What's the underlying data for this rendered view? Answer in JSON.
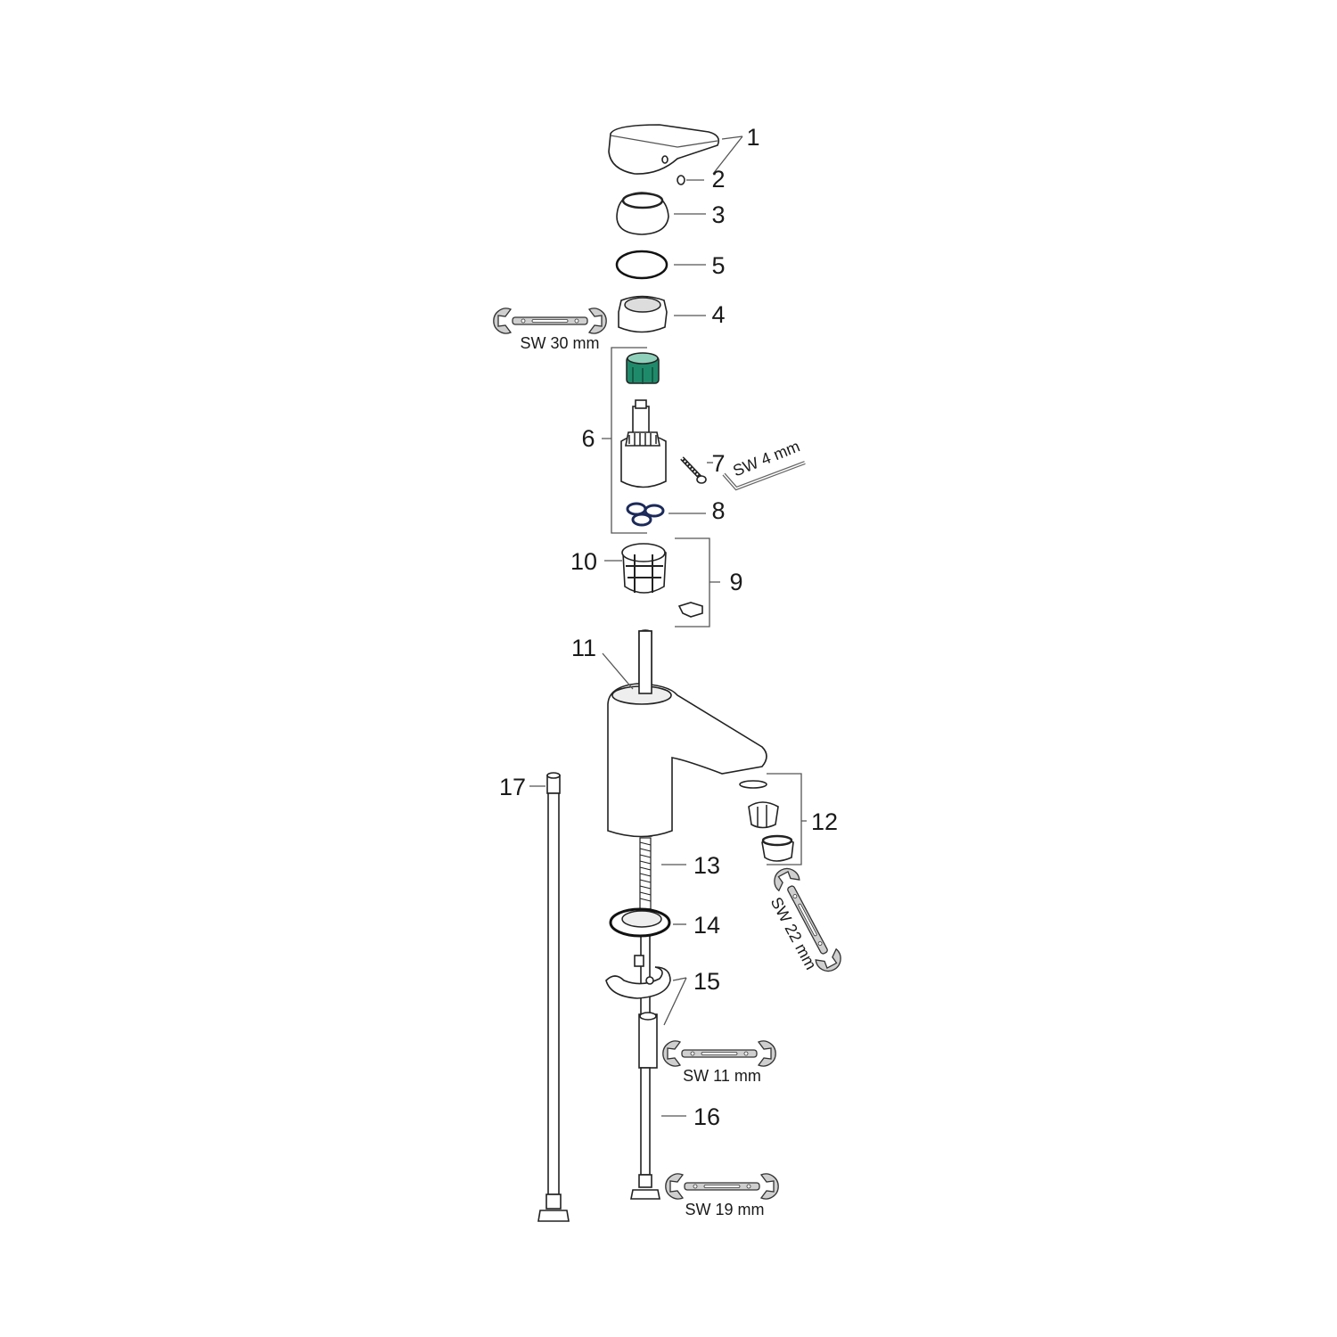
{
  "diagram": {
    "type": "exploded parts diagram",
    "part_labels": {
      "p1": "1",
      "p2": "2",
      "p3": "3",
      "p4": "4",
      "p5": "5",
      "p6": "6",
      "p7": "7",
      "p8": "8",
      "p9": "9",
      "p10": "10",
      "p11": "11",
      "p12": "12",
      "p13": "13",
      "p14": "14",
      "p15": "15",
      "p16": "16",
      "p17": "17"
    },
    "tool_labels": {
      "sw30": "SW 30 mm",
      "sw4": "SW 4 mm",
      "sw22": "SW 22 mm",
      "sw11": "SW 11 mm",
      "sw19": "SW 19 mm"
    },
    "colors": {
      "cartridge_nut": "#1f8a6a",
      "o_rings": "#1c2a5a",
      "wrench": "#cfcfcf"
    }
  }
}
